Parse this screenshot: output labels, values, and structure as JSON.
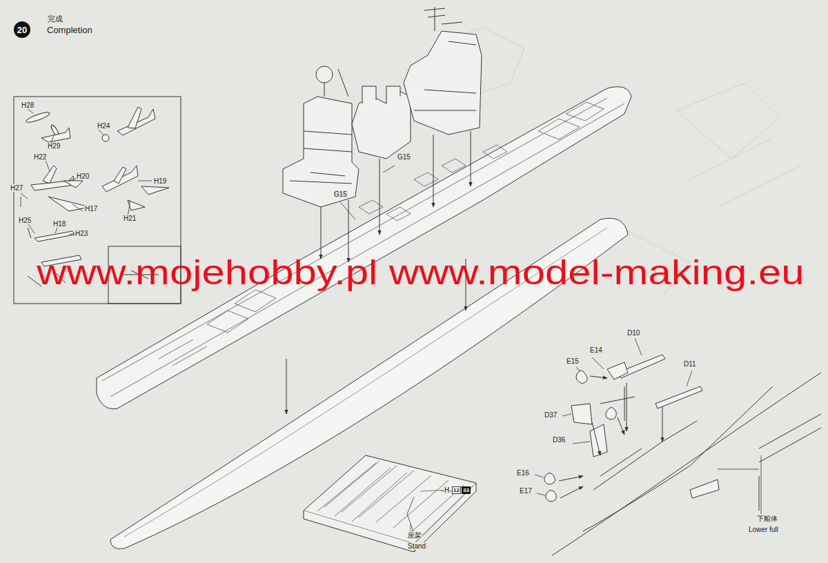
{
  "diagram": {
    "title": "Completion",
    "nodes": [
      {
        "text": [
          "20"
        ]
      },
      {
        "text": [
          "12"
        ]
      },
      {
        "text": [
          "33"
        ]
      }
    ],
    "edges": [],
    "labels": [
      "完成",
      "H28",
      "H29",
      "H24",
      "H22",
      "H20",
      "H27",
      "H17",
      "H19",
      "H21",
      "H25",
      "H18",
      "H23",
      "G15",
      "G15",
      "D10",
      "E14",
      "E15",
      "D11",
      "D37",
      "D36",
      "E16",
      "E17",
      "H",
      "座架",
      "Stand",
      "下船体",
      "Lower full",
      "www.mojehobby.pl www.model-making.eu"
    ]
  }
}
